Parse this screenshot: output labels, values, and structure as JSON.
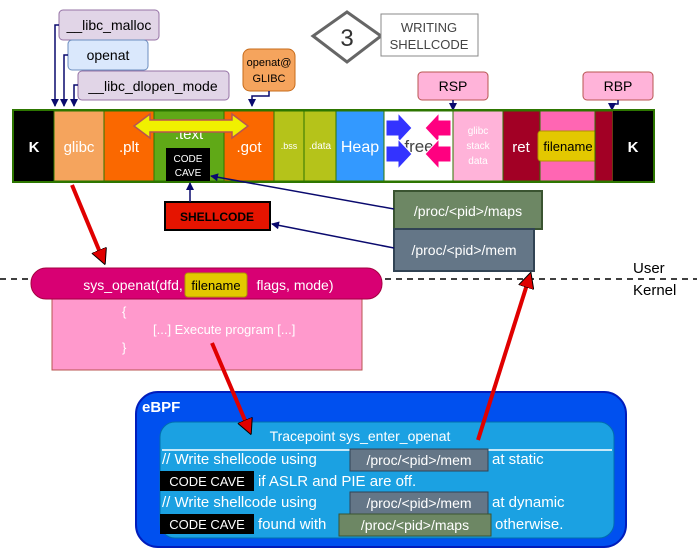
{
  "step": {
    "number": "3",
    "line1": "WRITING",
    "line2": "SHELLCODE"
  },
  "symbols": {
    "libc_malloc": "__libc_malloc",
    "openat": "openat",
    "libc_dlopen_mode": "__libc_dlopen_mode",
    "openat_glibc_1": "openat@",
    "openat_glibc_2": "GLIBC"
  },
  "registers": {
    "rsp": "RSP",
    "rbp": "RBP"
  },
  "memory": {
    "k_left": "K",
    "glibc": "glibc",
    "plt": ".plt",
    "text": ".text",
    "code_cave_1": "CODE",
    "code_cave_2": "CAVE",
    "got": ".got",
    "bss": ".bss",
    "data": ".data",
    "heap": "Heap",
    "free": "free",
    "glibc_stack_1": "glibc",
    "glibc_stack_2": "stack",
    "glibc_stack_3": "data",
    "ret": "ret",
    "filename": "filename",
    "k_right": "K"
  },
  "shellcode": "SHELLCODE",
  "proc_maps": "/proc/<pid>/maps",
  "proc_mem": "/proc/<pid>/mem",
  "boundary": {
    "user": "User",
    "kernel": "Kernel"
  },
  "syscall": {
    "prefix": "sys_openat(dfd,",
    "arg": "filename",
    "suffix": "flags, mode)",
    "open_brace": "{",
    "body": "[...] Execute program [...]",
    "close_brace": "}"
  },
  "ebpf": {
    "title": "eBPF",
    "tracepoint": "Tracepoint sys_enter_openat",
    "l1_a": "// Write shellcode using",
    "l1_b": "/proc/<pid>/mem",
    "l1_c": "at static",
    "l2_a": "CODE CAVE",
    "l2_b": "if ASLR and PIE are off.",
    "l3_a": "// Write shellcode using",
    "l3_b": "/proc/<pid>/mem",
    "l3_c": "at dynamic",
    "l4_a": "CODE CAVE",
    "l4_b": "found with",
    "l4_c": "/proc/<pid>/maps",
    "l4_d": "otherwise."
  }
}
